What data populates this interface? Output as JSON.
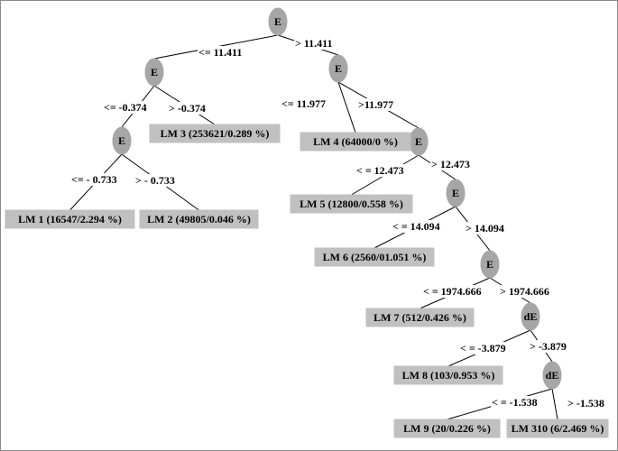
{
  "tree": {
    "nodes": [
      {
        "id": "n1",
        "label": "E"
      },
      {
        "id": "n2",
        "label": "E"
      },
      {
        "id": "n3",
        "label": "E"
      },
      {
        "id": "n4",
        "label": "E"
      },
      {
        "id": "n5",
        "label": "E"
      },
      {
        "id": "n6",
        "label": "E"
      },
      {
        "id": "n7",
        "label": "E"
      },
      {
        "id": "n8",
        "label": "dE"
      },
      {
        "id": "n9",
        "label": "dE"
      }
    ],
    "leaves": [
      {
        "id": "lm1",
        "label": "LM 1 (16547/2.294 %)"
      },
      {
        "id": "lm2",
        "label": "LM 2 (49805/0.046 %)"
      },
      {
        "id": "lm3",
        "label": "LM 3 (253621/0.289 %)"
      },
      {
        "id": "lm4",
        "label": "LM 4 (64000/0 %)"
      },
      {
        "id": "lm5",
        "label": "LM 5 (12800/0.558 %)"
      },
      {
        "id": "lm6",
        "label": "LM 6 (2560/01.051 %)"
      },
      {
        "id": "lm7",
        "label": "LM 7 (512/0.426 %)"
      },
      {
        "id": "lm8",
        "label": "LM 8 (103/0.953 %)"
      },
      {
        "id": "lm9",
        "label": "LM 9 (20/0.226 %)"
      },
      {
        "id": "lm310",
        "label": "LM 310 (6/2.469 %)"
      }
    ],
    "edges": [
      {
        "from": "n1",
        "to": "n2",
        "label": "<= 11.411"
      },
      {
        "from": "n1",
        "to": "n4",
        "label": "> 11.411"
      },
      {
        "from": "n2",
        "to": "n3",
        "label": "<= -0.374"
      },
      {
        "from": "n2",
        "to": "lm3",
        "label": "> -0.374"
      },
      {
        "from": "n3",
        "to": "lm1",
        "label": "<= - 0.733"
      },
      {
        "from": "n3",
        "to": "lm2",
        "label": "> - 0.733"
      },
      {
        "from": "n4",
        "to": "lm4",
        "label": "<= 11.977"
      },
      {
        "from": "n4",
        "to": "n5",
        "label": ">11.977"
      },
      {
        "from": "n5",
        "to": "lm5",
        "label": "< = 12.473"
      },
      {
        "from": "n5",
        "to": "n6",
        "label": "> 12.473"
      },
      {
        "from": "n6",
        "to": "lm6",
        "label": "< = 14.094"
      },
      {
        "from": "n6",
        "to": "n7",
        "label": "> 14.094"
      },
      {
        "from": "n7",
        "to": "lm7",
        "label": "< = 1974.666"
      },
      {
        "from": "n7",
        "to": "n8",
        "label": "> 1974.666"
      },
      {
        "from": "n8",
        "to": "lm8",
        "label": "< = -3.879"
      },
      {
        "from": "n8",
        "to": "n9",
        "label": "> -3.879"
      },
      {
        "from": "n9",
        "to": "lm9",
        "label": "< = -1.538"
      },
      {
        "from": "n9",
        "to": "lm310",
        "label": "> -1.538"
      }
    ]
  },
  "colors": {
    "node_fill": "#a6a6a6",
    "leaf_fill": "#c0c0c0",
    "edge": "#000000",
    "border": "#8a8a8a"
  }
}
